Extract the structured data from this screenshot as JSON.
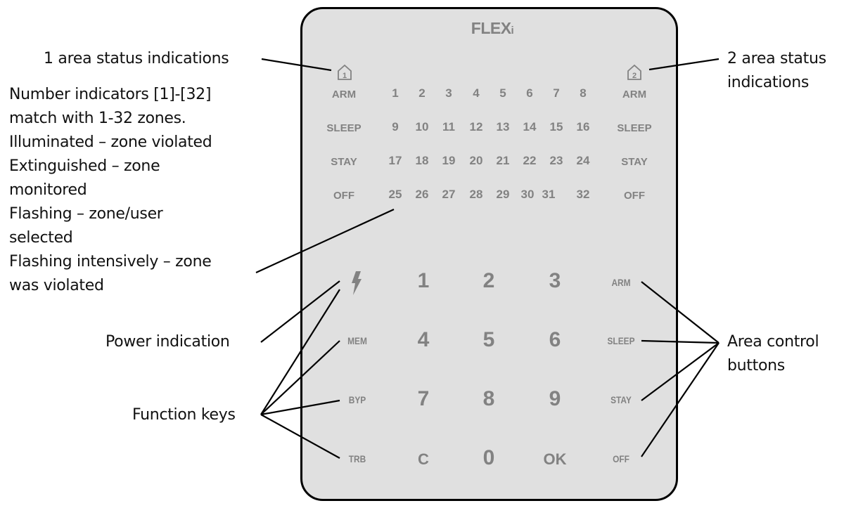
{
  "device": {
    "brand": "FLEX",
    "brand_suffix": "i",
    "area1_icon_number": "1",
    "area2_icon_number": "2",
    "status_labels_left": [
      "ARM",
      "SLEEP",
      "STAY",
      "OFF"
    ],
    "status_labels_right": [
      "ARM",
      "SLEEP",
      "STAY",
      "OFF"
    ],
    "zones": [
      [
        "1",
        "2",
        "3",
        "4",
        "5",
        "6",
        "7",
        "8"
      ],
      [
        "9",
        "10",
        "11",
        "12",
        "13",
        "14",
        "15",
        "16"
      ],
      [
        "17",
        "18",
        "19",
        "20",
        "21",
        "22",
        "23",
        "24"
      ],
      [
        "25",
        "26",
        "27",
        "28",
        "29",
        "30",
        "31",
        "32"
      ]
    ],
    "keypad": [
      [
        "1",
        "2",
        "3"
      ],
      [
        "4",
        "5",
        "6"
      ],
      [
        "7",
        "8",
        "9"
      ],
      [
        "C",
        "0",
        "OK"
      ]
    ],
    "function_keys": [
      "MEM",
      "BYP",
      "TRB"
    ],
    "area_buttons": [
      "ARM",
      "SLEEP",
      "STAY",
      "OFF"
    ],
    "power_icon": "lightning-bolt-icon"
  },
  "callouts": {
    "area1": "1 area status indications",
    "area2": [
      "2 area status",
      "indications"
    ],
    "zones": [
      "Number indicators [1]-[32]",
      "match with 1-32 zones.",
      "Illuminated – zone violated",
      "Extinguished – zone",
      "monitored",
      "Flashing – zone/user",
      "selected",
      "Flashing intensively – zone",
      "was violated"
    ],
    "power": "Power indication",
    "function_keys": "Function keys",
    "area_control": [
      "Area control",
      "buttons"
    ]
  },
  "colors": {
    "panel_fill": "#e0e0e0",
    "panel_border": "#000000",
    "print": "#828282",
    "text": "#111111"
  }
}
